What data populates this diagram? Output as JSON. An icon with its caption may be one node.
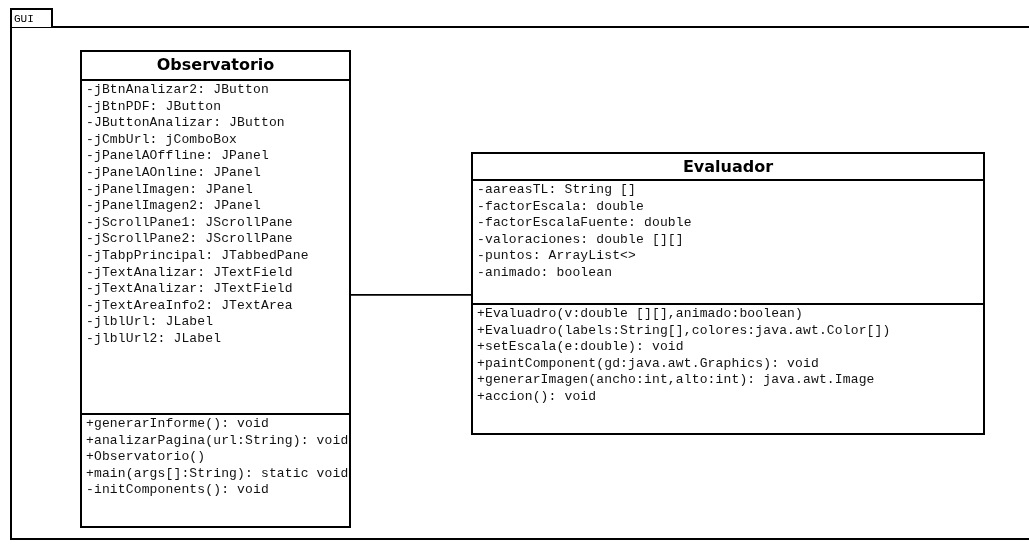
{
  "diagram": {
    "nodes": [
      {
        "text": [
          "GUI"
        ]
      },
      {
        "text": [
          "Observatorio"
        ],
        "in": 0
      },
      {
        "text": [
          "-jBtnAnalizar2: JButton",
          "-jBtnPDF: JButton",
          "-JButtonAnalizar: JButton",
          "-jCmbUrl: jComboBox",
          "-jPanelAOffline: JPanel",
          "-jPanelAOnline: JPanel",
          "-jPanelImagen: JPanel",
          "-jPanelImagen2: JPanel",
          "-jScrollPane1: JScrollPane",
          "-jScrollPane2: JScrollPane",
          "-jTabpPrincipal: JTabbedPane",
          "-jTextAnalizar: JTextField",
          "-jTextAnalizar: JTextField",
          "-jTextAreaInfo2: JTextArea",
          "-jlblUrl: JLabel",
          "-jlblUrl2: JLabel"
        ],
        "in": 1
      },
      {
        "text": [
          "+generarInforme(): void",
          "+analizarPagina(url:String): void",
          "+Observatorio()",
          "+main(args[]:String): static void",
          "-initComponents(): void"
        ],
        "in": 1
      },
      {
        "text": [
          "Evaluador"
        ],
        "in": 0
      },
      {
        "text": [
          "-aareasTL: String []",
          "-factorEscala: double",
          "-factorEscalaFuente: double",
          "-valoraciones: double [][]",
          "-puntos: ArrayList<>",
          "-animado: boolean"
        ],
        "in": 4
      },
      {
        "text": [
          "+Evaluadro(v:double [][],animado:boolean)",
          "+Evaluadro(labels:String[],colores:java.awt.Color[])",
          "+setEscala(e:double): void",
          "+paintComponent(gd:java.awt.Graphics): void",
          "+generarImagen(ancho:int,alto:int): java.awt.Image",
          "+accion(): void"
        ],
        "in": 4
      }
    ],
    "edges": [
      {
        "from": 1,
        "to": 4,
        "arrow": "none"
      }
    ]
  }
}
